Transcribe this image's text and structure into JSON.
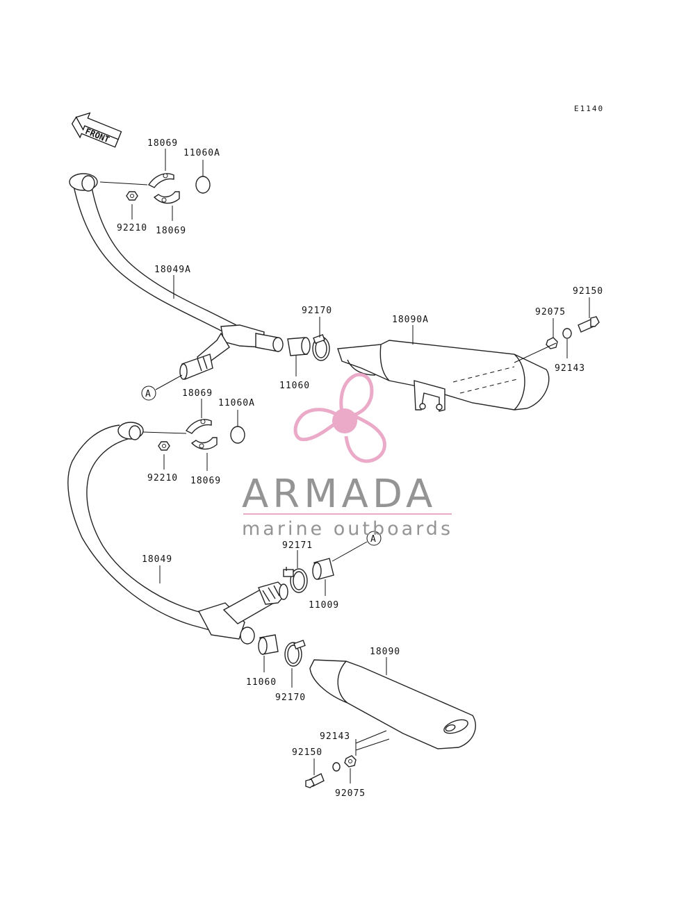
{
  "diagram": {
    "code": "E1140",
    "front_label": "FRONT",
    "ref_marker": "A",
    "callouts": [
      {
        "id": "c-18069-a",
        "text": "18069"
      },
      {
        "id": "c-11060A-a",
        "text": "11060A"
      },
      {
        "id": "c-92210-a",
        "text": "92210"
      },
      {
        "id": "c-18069-b",
        "text": "18069"
      },
      {
        "id": "c-18049A",
        "text": "18049A"
      },
      {
        "id": "c-92170-a",
        "text": "92170"
      },
      {
        "id": "c-18090A",
        "text": "18090A"
      },
      {
        "id": "c-92075-a",
        "text": "92075"
      },
      {
        "id": "c-92150-a",
        "text": "92150"
      },
      {
        "id": "c-92143-a",
        "text": "92143"
      },
      {
        "id": "c-11060-a",
        "text": "11060"
      },
      {
        "id": "c-18069-c",
        "text": "18069"
      },
      {
        "id": "c-11060A-b",
        "text": "11060A"
      },
      {
        "id": "c-92210-b",
        "text": "92210"
      },
      {
        "id": "c-18069-d",
        "text": "18069"
      },
      {
        "id": "c-92171",
        "text": "92171"
      },
      {
        "id": "c-18049",
        "text": "18049"
      },
      {
        "id": "c-11009",
        "text": "11009"
      },
      {
        "id": "c-18090",
        "text": "18090"
      },
      {
        "id": "c-11060-b",
        "text": "11060"
      },
      {
        "id": "c-92170-b",
        "text": "92170"
      },
      {
        "id": "c-92143-b",
        "text": "92143"
      },
      {
        "id": "c-92150-b",
        "text": "92150"
      },
      {
        "id": "c-92075-b",
        "text": "92075"
      }
    ]
  },
  "watermark": {
    "brand": "ARMADA",
    "tagline": "marine outboards",
    "colors": {
      "pink": "#e9a6c6",
      "pink_dark": "#d87fa8",
      "gray": "#8f8f8f"
    }
  }
}
